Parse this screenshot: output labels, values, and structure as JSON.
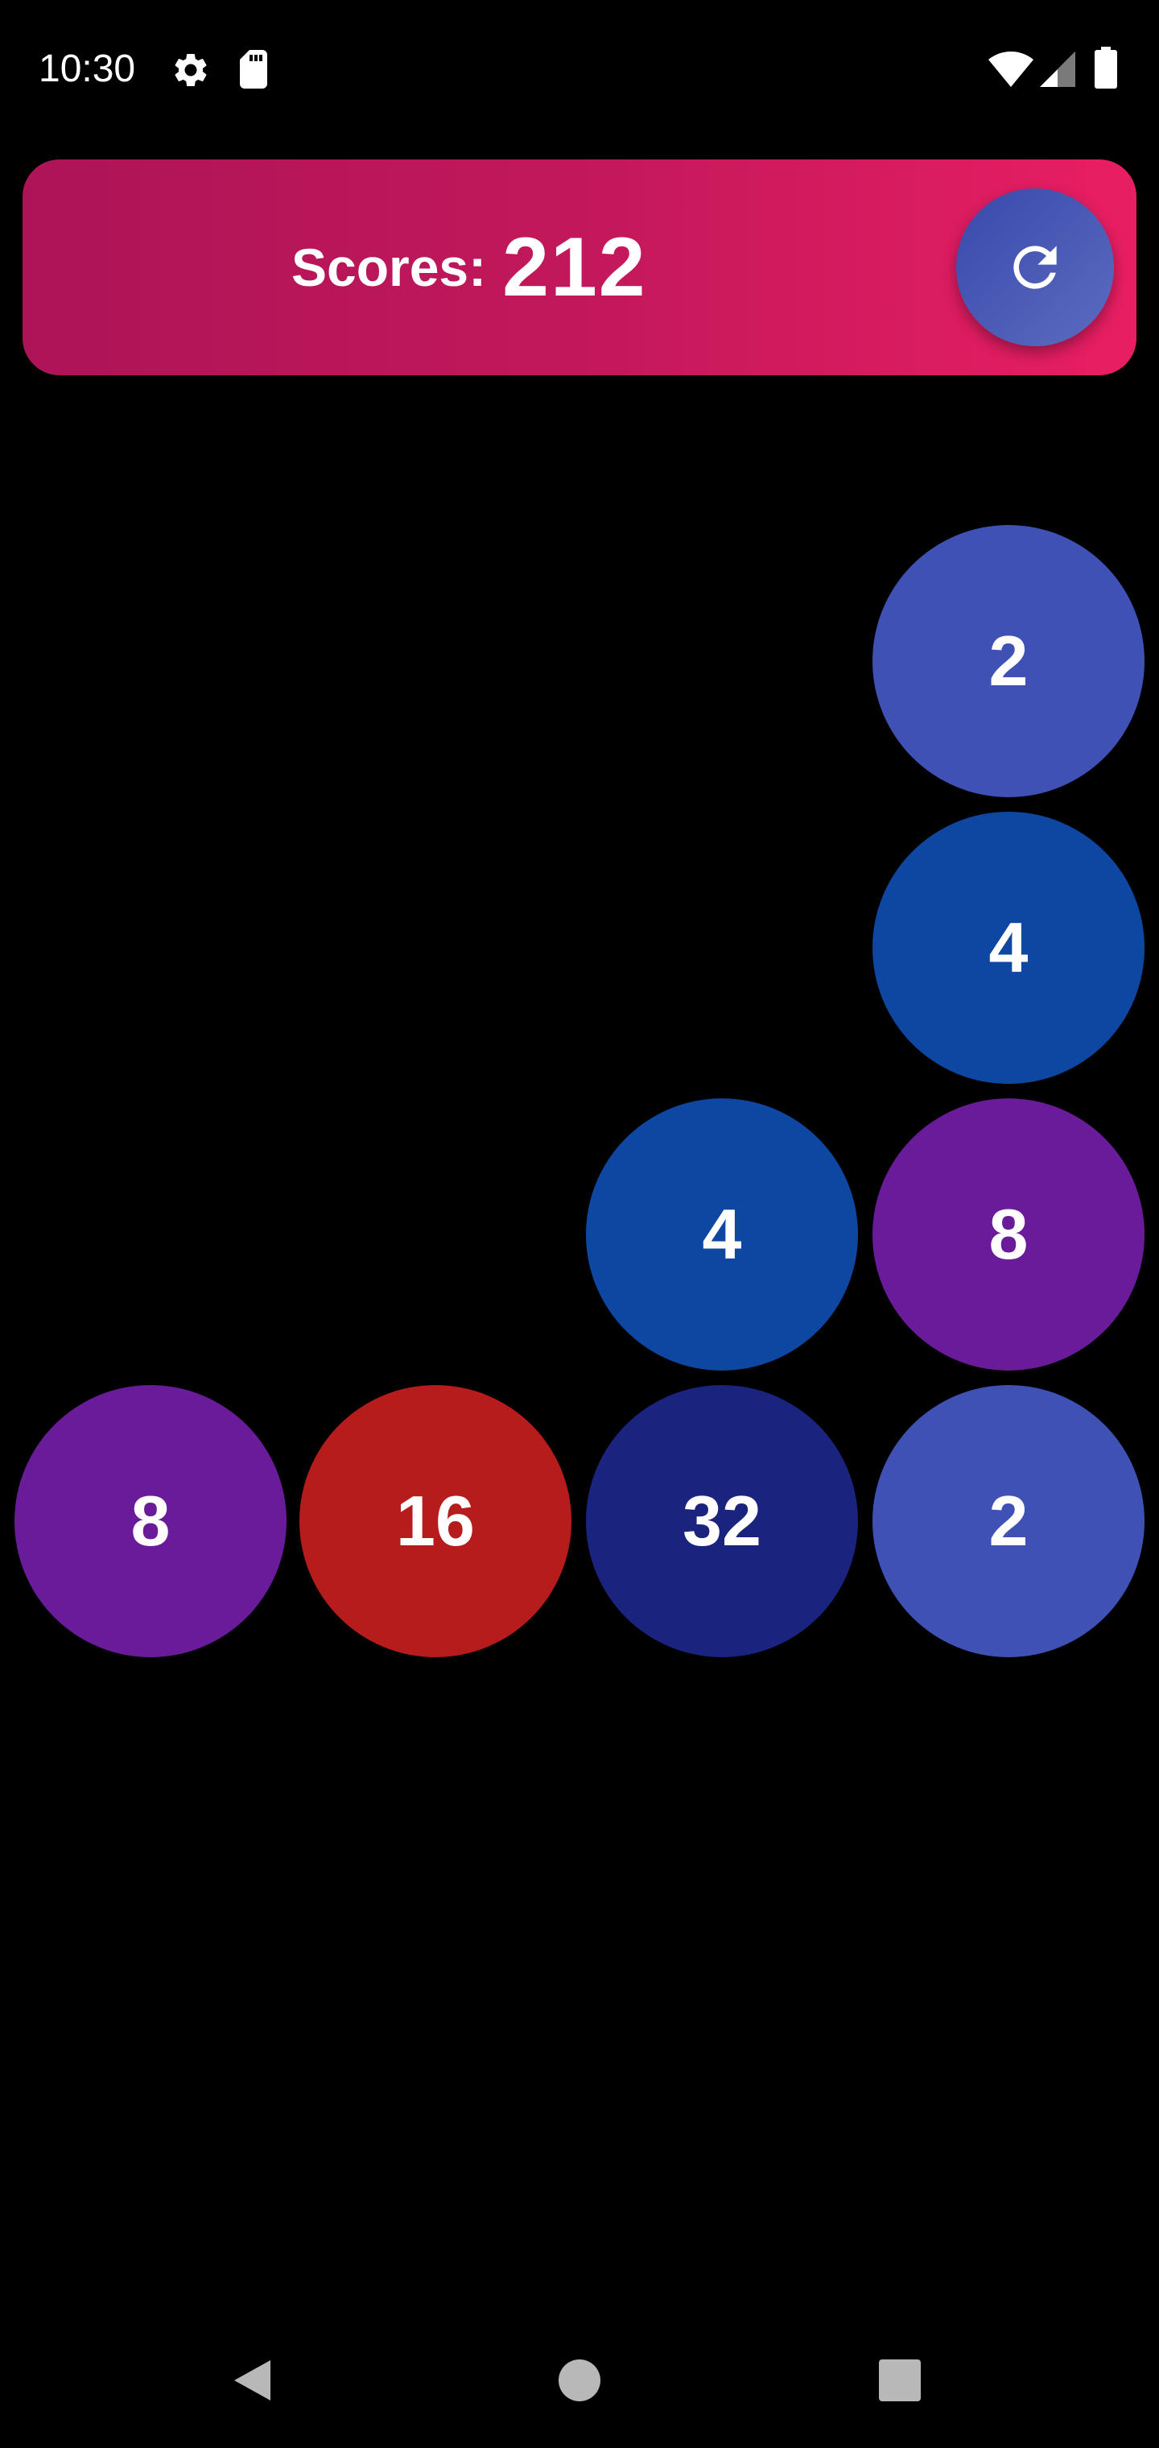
{
  "status_bar": {
    "time": "10:30",
    "icons": [
      "gear-icon",
      "sd-card-icon",
      "wifi-icon",
      "signal-icon",
      "battery-icon"
    ]
  },
  "score_panel": {
    "label": "Scores:",
    "value": "212",
    "refresh_icon": "refresh-icon"
  },
  "board": {
    "tiles": [
      {
        "value": "2",
        "color": "#3f51b5"
      },
      {
        "value": "4",
        "color": "#0d47a1"
      },
      {
        "value": "4",
        "color": "#0d47a1"
      },
      {
        "value": "8",
        "color": "#6a1b9a"
      },
      {
        "value": "8",
        "color": "#6a1b9a"
      },
      {
        "value": "16",
        "color": "#b71c1c"
      },
      {
        "value": "32",
        "color": "#1a237e"
      },
      {
        "value": "2",
        "color": "#3f51b5"
      }
    ]
  },
  "nav_bar": {
    "icons": [
      "back-icon",
      "home-icon",
      "recents-icon"
    ]
  }
}
